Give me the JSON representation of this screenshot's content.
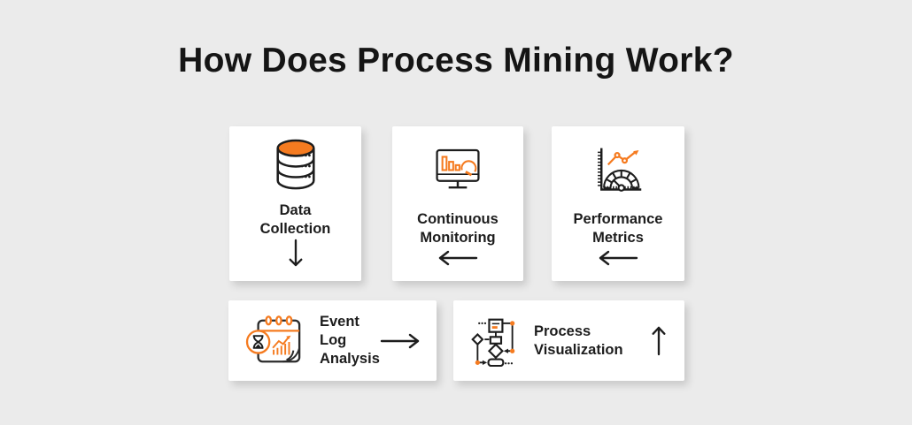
{
  "title": "How Does Process Mining Work?",
  "colors": {
    "background": "#ebebeb",
    "card_background": "#ffffff",
    "accent_orange": "#f57b20",
    "outline_dark": "#1d1d1d"
  },
  "cards": [
    {
      "id": "data-collection",
      "label": "Data Collection",
      "label_lines": [
        "Data",
        "Collection"
      ],
      "icon": "database-icon",
      "arrow_direction": "down"
    },
    {
      "id": "continuous-monitoring",
      "label": "Continuous Monitoring",
      "label_lines": [
        "Continuous",
        "Monitoring"
      ],
      "icon": "monitor-dashboard-icon",
      "arrow_direction": "left"
    },
    {
      "id": "performance-metrics",
      "label": "Performance Metrics",
      "label_lines": [
        "Performance",
        "Metrics"
      ],
      "icon": "gauge-graph-icon",
      "arrow_direction": "left"
    },
    {
      "id": "event-log-analysis",
      "label": "Event Log Analysis",
      "label_lines": [
        "Event Log",
        "Analysis"
      ],
      "icon": "calendar-hourglass-chart-icon",
      "arrow_direction": "right"
    },
    {
      "id": "process-visualization",
      "label": "Process Visualization",
      "label_lines": [
        "Process",
        "Visualization"
      ],
      "icon": "flowchart-icon",
      "arrow_direction": "up"
    }
  ]
}
